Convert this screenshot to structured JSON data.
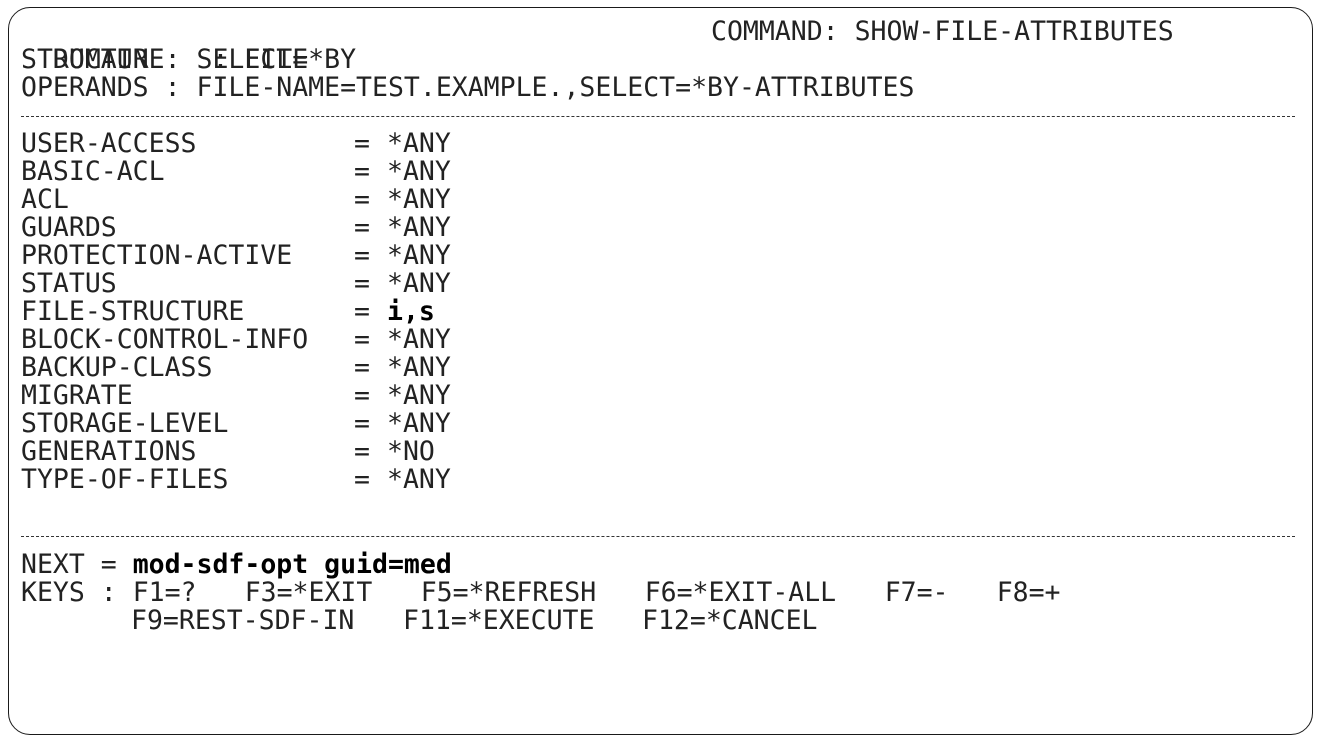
{
  "header": {
    "domain_label": "DOMAIN    : ",
    "domain_value": "FILE",
    "command_label": "COMMAND: ",
    "command_value": "SHOW-FILE-ATTRIBUTES",
    "structure_label": "STRUCTURE: ",
    "structure_value": "SELECT=*BY",
    "operands_label": "OPERANDS : ",
    "operands_value": "FILE-NAME=TEST.EXAMPLE.,SELECT=*BY-ATTRIBUTES"
  },
  "operands": [
    {
      "name": "USER-ACCESS",
      "value": "*ANY",
      "modified": false
    },
    {
      "name": "BASIC-ACL",
      "value": "*ANY",
      "modified": false
    },
    {
      "name": "ACL",
      "value": "*ANY",
      "modified": false
    },
    {
      "name": "GUARDS",
      "value": "*ANY",
      "modified": false
    },
    {
      "name": "PROTECTION-ACTIVE",
      "value": "*ANY",
      "modified": false
    },
    {
      "name": "STATUS",
      "value": "*ANY",
      "modified": false
    },
    {
      "name": "FILE-STRUCTURE",
      "value": "i,s",
      "modified": true
    },
    {
      "name": "BLOCK-CONTROL-INFO",
      "value": "*ANY",
      "modified": false
    },
    {
      "name": "BACKUP-CLASS",
      "value": "*ANY",
      "modified": false
    },
    {
      "name": "MIGRATE",
      "value": "*ANY",
      "modified": false
    },
    {
      "name": "STORAGE-LEVEL",
      "value": "*ANY",
      "modified": false
    },
    {
      "name": "GENERATIONS",
      "value": "*NO",
      "modified": false
    },
    {
      "name": "TYPE-OF-FILES",
      "value": "*ANY",
      "modified": false
    }
  ],
  "equals_sign": "=",
  "next": {
    "label": "NEXT = ",
    "value": "mod-sdf-opt guid=med"
  },
  "keys": {
    "label": "KEYS : ",
    "row1": [
      "F1=?",
      "F3=*EXIT",
      "F5=*REFRESH",
      "F6=*EXIT-ALL",
      "F7=-",
      "F8=+"
    ],
    "row2": [
      "F9=REST-SDF-IN",
      "F11=*EXECUTE",
      "F12=*CANCEL"
    ]
  }
}
